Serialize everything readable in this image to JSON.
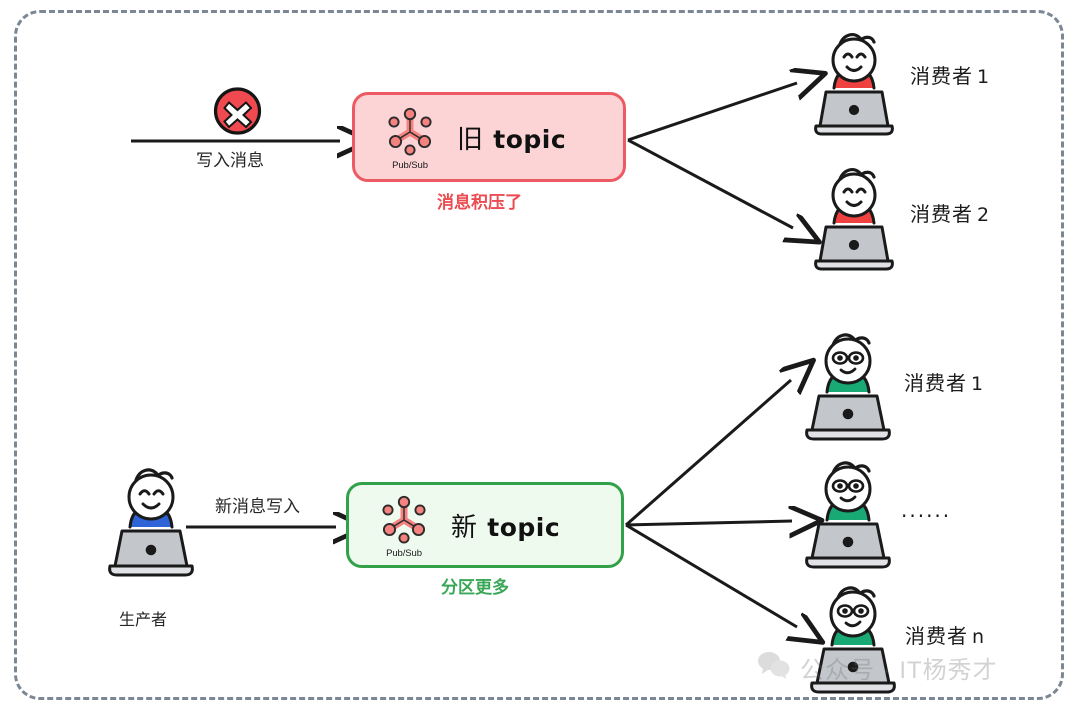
{
  "diagram": {
    "title_text": "",
    "colors": {
      "frame_border": "#7b8794",
      "old_topic_border": "#ec5a63",
      "old_topic_fill": "#fcd4d6",
      "new_topic_border": "#33a14a",
      "new_topic_fill": "#effaef",
      "caption_red": "#ea4c52",
      "caption_green": "#3aa757",
      "shirt_red": "#f04141",
      "shirt_green": "#19a974",
      "shirt_blue": "#2f63d8",
      "laptop_gray": "#c3c7cc",
      "arrow_black": "#1a1a1a",
      "pubsub_icon": "#f4827f"
    }
  },
  "top_flow": {
    "error_icon": "error-x-icon",
    "write_arrow_label": "写入消息",
    "topic": {
      "icon_name": "pubsub-icon",
      "icon_caption": "Pub/Sub",
      "name_cn": "旧",
      "name_en": "topic"
    },
    "topic_caption": "消息积压了",
    "consumers": [
      {
        "label": "消费者",
        "index": "1",
        "shirt": "red",
        "eyes": "closed"
      },
      {
        "label": "消费者",
        "index": "2",
        "shirt": "red",
        "eyes": "closed"
      }
    ]
  },
  "bottom_flow": {
    "producer": {
      "label": "生产者",
      "shirt": "blue",
      "eyes": "closed"
    },
    "write_arrow_label": "新消息写入",
    "topic": {
      "icon_name": "pubsub-icon",
      "icon_caption": "Pub/Sub",
      "name_cn": "新",
      "name_en": "topic"
    },
    "topic_caption": "分区更多",
    "consumers": [
      {
        "label": "消费者",
        "index": "1",
        "shirt": "green",
        "eyes": "open"
      },
      {
        "label": "......",
        "index": "",
        "shirt": "green",
        "eyes": "open"
      },
      {
        "label": "消费者",
        "index": "n",
        "shirt": "green",
        "eyes": "open"
      }
    ]
  },
  "watermark": {
    "icon_name": "wechat-icon",
    "text": "公众号 · IT杨秀才"
  }
}
